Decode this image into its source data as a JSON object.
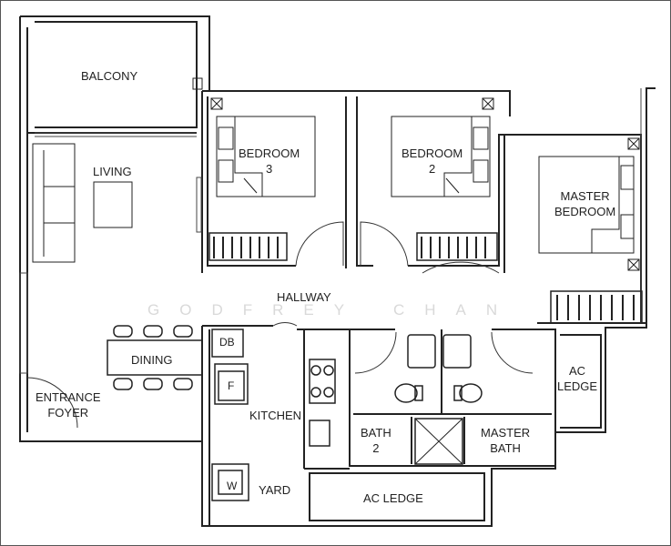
{
  "rooms": {
    "balcony": "BALCONY",
    "living": "LIVING",
    "bedroom3": {
      "line1": "BEDROOM",
      "line2": "3"
    },
    "bedroom2": {
      "line1": "BEDROOM",
      "line2": "2"
    },
    "master_bedroom": {
      "line1": "MASTER",
      "line2": "BEDROOM"
    },
    "hallway": "HALLWAY",
    "dining": "DINING",
    "entrance_foyer": {
      "line1": "ENTRANCE",
      "line2": "FOYER"
    },
    "kitchen": "KITCHEN",
    "yard": "YARD",
    "bath2": {
      "line1": "BATH",
      "line2": "2"
    },
    "master_bath": {
      "line1": "MASTER",
      "line2": "BATH"
    },
    "ac_ledge_right": {
      "line1": "AC",
      "line2": "LEDGE"
    },
    "ac_ledge_bottom": "AC LEDGE"
  },
  "fixtures": {
    "db": "DB",
    "fridge": "F",
    "washer": "W"
  },
  "watermark": {
    "left": "GODFREY",
    "right": "CHAN"
  }
}
